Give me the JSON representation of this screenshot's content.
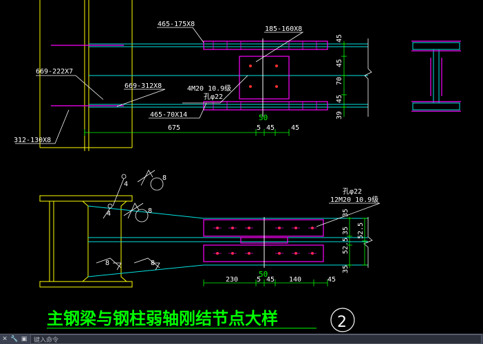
{
  "drawing": {
    "title": "主钢梁与钢柱弱轴刚结节点大样",
    "detail_number": "2",
    "top_view": {
      "labels": {
        "top_flange_plate": "465-175X8",
        "splice_plate": "185-160X8",
        "column_plate": "669-222X7",
        "web_plate": "669-312X8",
        "bolt_spec": "4M20 10.9级",
        "hole_spec": "孔φ22",
        "bottom_flange_plate": "465-70X14",
        "base_plate": "312-130X8"
      },
      "dims_right": [
        "45",
        "45",
        "70",
        "45",
        "39"
      ],
      "dims_bottom": [
        "675",
        "5",
        "45",
        "45"
      ],
      "dim_gap": "50"
    },
    "bottom_view": {
      "labels": {
        "hole_spec": "孔φ22",
        "bolt_spec": "12M20 10.9级"
      },
      "weld_symbols": [
        "4",
        "8",
        "4",
        "8",
        "8",
        "8"
      ],
      "dims_right": [
        "35",
        "35",
        "52.5",
        "52.5",
        "35"
      ],
      "dims_bottom": [
        "230",
        "5",
        "45",
        "140",
        "45"
      ],
      "dim_gap": "50"
    }
  },
  "command_bar": {
    "placeholder": "键入命令"
  },
  "colors": {
    "background": "#000000",
    "magenta": "#ff00ff",
    "cyan": "#00e5e5",
    "yellow": "#ffff00",
    "green": "#00ff00",
    "white": "#ffffff",
    "red": "#ff3030"
  }
}
